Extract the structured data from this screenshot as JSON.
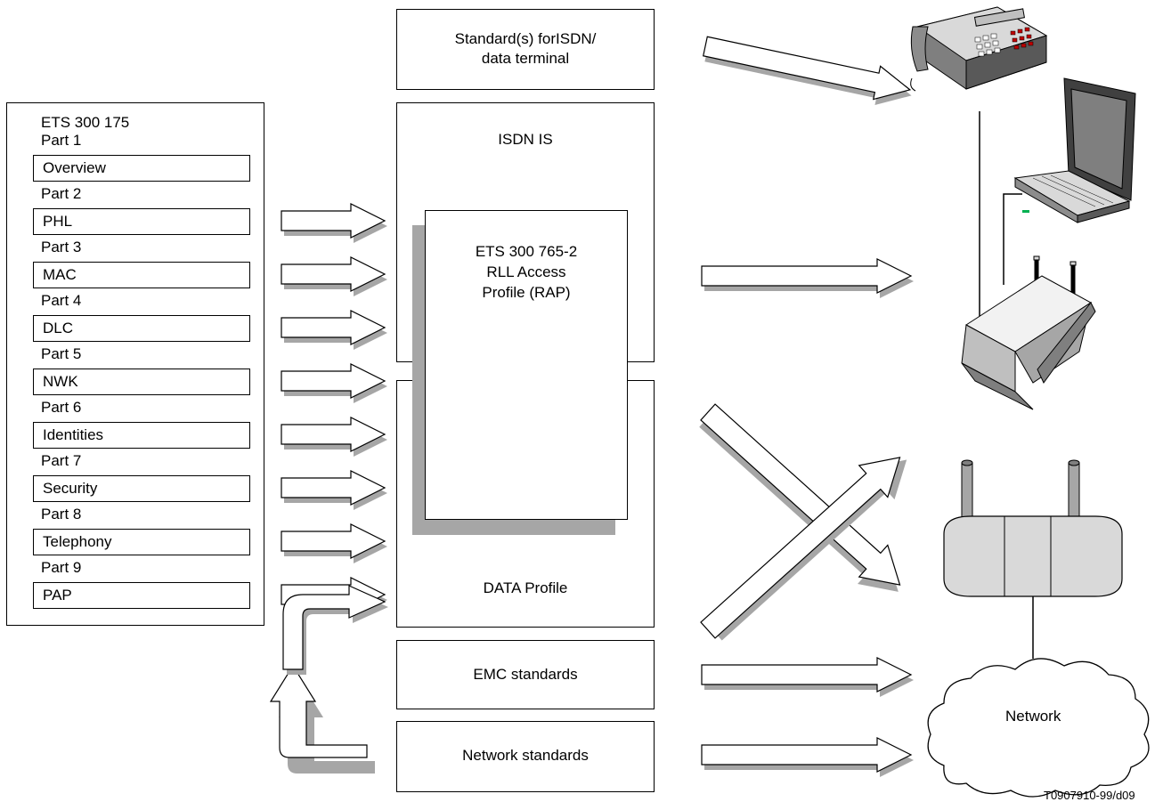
{
  "ets_panel": {
    "title_line1": "ETS 300 175",
    "parts": [
      {
        "part": "Part 1",
        "name": "Overview"
      },
      {
        "part": "Part 2",
        "name": "PHL"
      },
      {
        "part": "Part 3",
        "name": "MAC"
      },
      {
        "part": "Part 4",
        "name": "DLC"
      },
      {
        "part": "Part 5",
        "name": "NWK"
      },
      {
        "part": "Part 6",
        "name": "Identities"
      },
      {
        "part": "Part 7",
        "name": "Security"
      },
      {
        "part": "Part 8",
        "name": "Telephony"
      },
      {
        "part": "Part 9",
        "name": "PAP"
      }
    ]
  },
  "top_box": {
    "line1": "Standard(s) forISDN/",
    "line2": "data terminal"
  },
  "isdn_box": {
    "label": "ISDN IS"
  },
  "rap_box": {
    "line1": "ETS 300 765-2",
    "line2": "RLL Access",
    "line3": "Profile (RAP)"
  },
  "data_box": {
    "label": "DATA Profile"
  },
  "emc_box": {
    "label": "EMC standards"
  },
  "network_std_box": {
    "label": "Network standards"
  },
  "cloud": {
    "label": "Network"
  },
  "footer": {
    "ref": "T0907910-99/d09"
  },
  "icons": [
    "telephone-icon",
    "laptop-icon",
    "fixed-part-device-icon",
    "base-station-icon",
    "network-cloud-icon"
  ]
}
